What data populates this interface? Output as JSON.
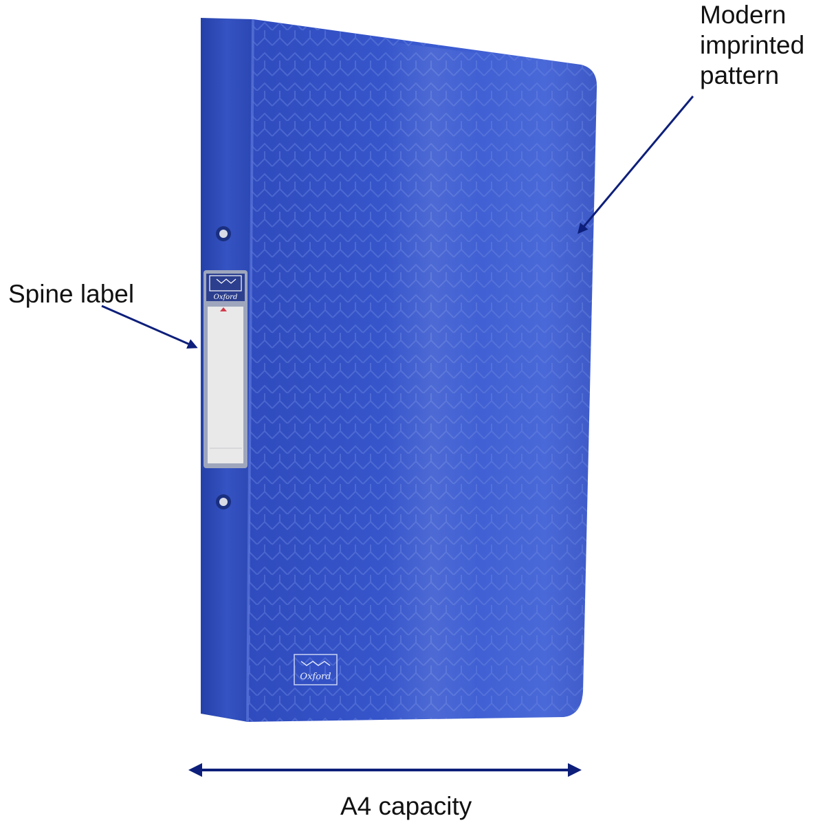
{
  "product": {
    "name": "Ring binder",
    "color": "#2f4fbf",
    "brand": "Oxford"
  },
  "callouts": {
    "pattern": [
      "Modern",
      "imprinted",
      "pattern"
    ],
    "spine_label": "Spine label",
    "capacity": "A4 capacity"
  },
  "colors": {
    "arrow": "#0d1f7a",
    "binder_front": "#3452c4",
    "binder_spine": "#2a44b0",
    "label": "#e9e9ea"
  },
  "icons": {
    "spine_logo": "oxford-crest-icon",
    "front_logo": "oxford-crest-icon"
  }
}
